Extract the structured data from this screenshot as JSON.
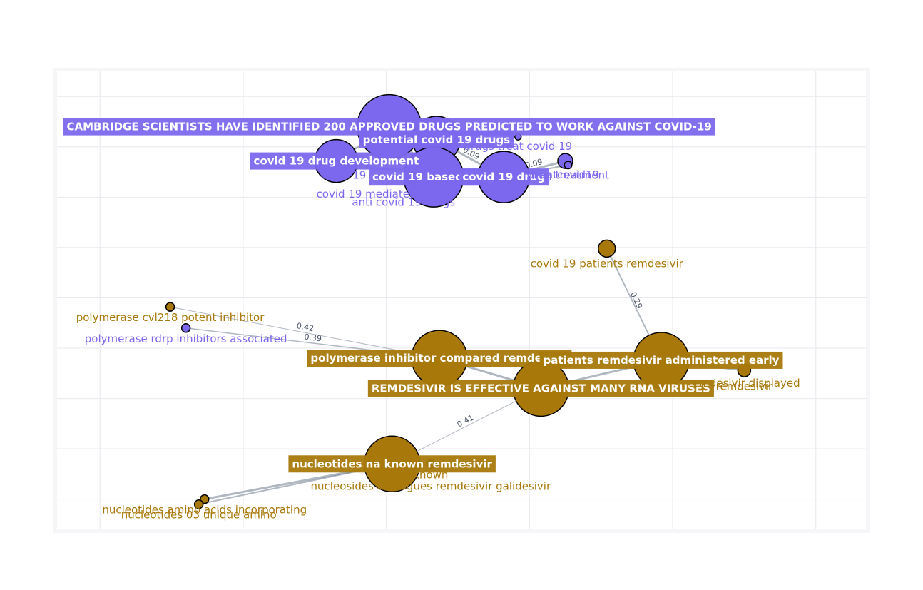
{
  "chart_data": {
    "type": "network",
    "xlim": [
      -2.3,
      3.35
    ],
    "ylim": [
      -2.8,
      1.75
    ],
    "grid": true,
    "colors": {
      "purple": "#7b68ee",
      "gold": "#a8790a",
      "edge": "#6e7c8e"
    },
    "nodes": [
      {
        "id": "p_hub",
        "x": 0.02,
        "y": 1.2,
        "size": 30,
        "color": "purple",
        "label": "CAMBRIDGE SCIENTISTS HAVE IDENTIFIED 200 APPROVED DRUGS PREDICTED TO WORK AGAINST COVID-19",
        "style": "box"
      },
      {
        "id": "p_potential",
        "x": 0.35,
        "y": 1.07,
        "size": 22,
        "color": "purple",
        "label": "potential covid 19 drugs",
        "style": "box"
      },
      {
        "id": "p_devel",
        "x": -0.35,
        "y": 0.86,
        "size": 20,
        "color": "purple",
        "label": "covid 19 drug development",
        "style": "box"
      },
      {
        "id": "p_based",
        "x": 0.33,
        "y": 0.7,
        "size": 28,
        "color": "purple",
        "label": "covid 19 based drug",
        "style": "box"
      },
      {
        "id": "p_drug",
        "x": 0.82,
        "y": 0.7,
        "size": 24,
        "color": "purple",
        "label": "covid 19 drug",
        "style": "box"
      },
      {
        "id": "p_treat",
        "x": 0.92,
        "y": 1.1,
        "size": 3,
        "color": "purple",
        "label": "drugs treat covid 19",
        "style": "text"
      },
      {
        "id": "p_t1",
        "x": 1.25,
        "y": 0.86,
        "size": 7,
        "color": "purple",
        "label": "treatcovid19",
        "style": "text"
      },
      {
        "id": "p_t2",
        "x": 1.27,
        "y": 0.82,
        "size": 3.5,
        "color": "purple",
        "label": "drug treatment",
        "style": "text"
      },
      {
        "id": "p_c1",
        "x": -0.3,
        "y": 0.72,
        "size": 0,
        "color": "purple",
        "label": "covid 19",
        "style": "text"
      },
      {
        "id": "p_c2",
        "x": -0.14,
        "y": 0.53,
        "size": 0,
        "color": "purple",
        "label": "covid 19 mediated",
        "style": "text"
      },
      {
        "id": "p_c3",
        "x": 0.12,
        "y": 0.45,
        "size": 0,
        "color": "purple",
        "label": "anti covid 19 drugs",
        "style": "text"
      },
      {
        "id": "p_rdrp",
        "x": -1.4,
        "y": -0.8,
        "size": 4,
        "color": "purple",
        "label": "polymerase rdrp inhibitors associated",
        "style": "text"
      },
      {
        "id": "g_cvl",
        "x": -1.51,
        "y": -0.59,
        "size": 4,
        "color": "gold",
        "label": "polymerase cvl218 potent inhibitor",
        "style": "text"
      },
      {
        "id": "g_cpr",
        "x": 1.54,
        "y": -0.01,
        "size": 8,
        "color": "gold",
        "label": "covid 19 patients remdesivir",
        "style": "text"
      },
      {
        "id": "g_poly",
        "x": 0.37,
        "y": -1.1,
        "size": 26,
        "color": "gold",
        "label": "polymerase inhibitor compared remdesivir",
        "style": "box"
      },
      {
        "id": "g_patients",
        "x": 1.92,
        "y": -1.12,
        "size": 26,
        "color": "gold",
        "label": "patients remdesivir administered early",
        "style": "box"
      },
      {
        "id": "g_hub",
        "x": 1.08,
        "y": -1.4,
        "size": 26,
        "color": "gold",
        "label": "REMDESIVIR IS EFFECTIVE AGAINST MANY RNA VIRUSES",
        "style": "box"
      },
      {
        "id": "g_nuc",
        "x": 0.04,
        "y": -2.15,
        "size": 26,
        "color": "gold",
        "label": "nucleotides na known remdesivir",
        "style": "box"
      },
      {
        "id": "g_small",
        "x": 0.31,
        "y": -2.15,
        "size": 4,
        "color": "gold",
        "label": "known",
        "style": "text"
      },
      {
        "id": "g_galid",
        "x": 0.31,
        "y": -2.37,
        "size": 0,
        "color": "gold",
        "label": "nucleosides analogues remdesivir galidesivir",
        "style": "text"
      },
      {
        "id": "g_amino1",
        "x": -1.27,
        "y": -2.5,
        "size": 4,
        "color": "gold",
        "label": "nucleotides amino acids incorporating",
        "style": "text"
      },
      {
        "id": "g_amino2",
        "x": -1.31,
        "y": -2.55,
        "size": 4,
        "color": "gold",
        "label": "nucleotides 03 unique amino",
        "style": "text"
      },
      {
        "id": "g_r1",
        "x": 2.5,
        "y": -1.22,
        "size": 6,
        "color": "gold",
        "label": "remdesivir displayed",
        "style": "text"
      },
      {
        "id": "g_r2",
        "x": 2.5,
        "y": -1.38,
        "size": 0,
        "color": "gold",
        "label": "remdesivir",
        "style": "text"
      }
    ],
    "edges": [
      {
        "source": "p_hub",
        "target": "p_potential",
        "weight": "",
        "width": 3
      },
      {
        "source": "p_hub",
        "target": "p_devel",
        "weight": "",
        "width": 3
      },
      {
        "source": "p_hub",
        "target": "p_based",
        "weight": "",
        "width": 3
      },
      {
        "source": "p_potential",
        "target": "p_drug",
        "weight": "0.09",
        "width": 3
      },
      {
        "source": "p_based",
        "target": "p_drug",
        "weight": "",
        "width": 3
      },
      {
        "source": "p_devel",
        "target": "p_based",
        "weight": "",
        "width": 3
      },
      {
        "source": "p_drug",
        "target": "p_t1",
        "weight": "0.09",
        "width": 3
      },
      {
        "source": "p_drug",
        "target": "p_t2",
        "weight": "",
        "width": 2
      },
      {
        "source": "p_potential",
        "target": "p_treat",
        "weight": "",
        "width": 2
      },
      {
        "source": "p_rdrp",
        "target": "g_poly",
        "weight": "0.39",
        "width": 1.5
      },
      {
        "source": "g_cvl",
        "target": "g_poly",
        "weight": "0.42",
        "width": 1
      },
      {
        "source": "g_cpr",
        "target": "g_patients",
        "weight": "0.29",
        "width": 2
      },
      {
        "source": "g_poly",
        "target": "g_hub",
        "weight": "",
        "width": 3
      },
      {
        "source": "g_hub",
        "target": "g_patients",
        "weight": "",
        "width": 3
      },
      {
        "source": "g_hub",
        "target": "g_nuc",
        "weight": "0.41",
        "width": 1
      },
      {
        "source": "g_nuc",
        "target": "g_small",
        "weight": "",
        "width": 2
      },
      {
        "source": "g_nuc",
        "target": "g_amino1",
        "weight": "",
        "width": 3
      },
      {
        "source": "g_nuc",
        "target": "g_amino2",
        "weight": "",
        "width": 2
      },
      {
        "source": "g_patients",
        "target": "g_r1",
        "weight": "",
        "width": 3
      }
    ]
  }
}
